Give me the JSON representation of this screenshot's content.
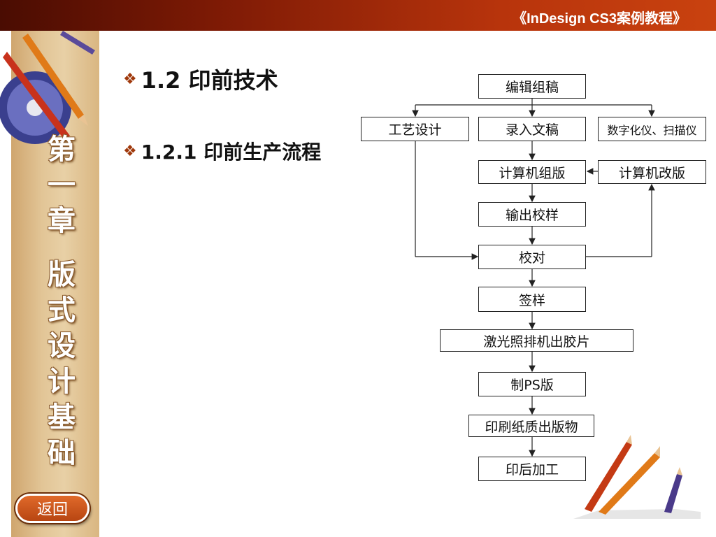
{
  "header": {
    "book_title": "《InDesign CS3案例教程》"
  },
  "sidebar": {
    "chapter_chars": [
      "第",
      "一",
      "章",
      "版",
      "式",
      "设",
      "计",
      "基",
      "础"
    ],
    "back_label": "返回"
  },
  "main": {
    "heading_1": "1.2 印前技术",
    "heading_2": "1.2.1 印前生产流程",
    "bullet_icon": "diamond-bullet-icon",
    "accent_color": "#a0390c"
  },
  "flowchart": {
    "nodes": {
      "edit": "编辑组稿",
      "craft": "工艺设计",
      "input": "录入文稿",
      "digitize": "数字化仪、扫描仪",
      "typeset": "计算机组版",
      "revise": "计算机改版",
      "proof_out": "输出校样",
      "proof": "校对",
      "sign": "签样",
      "laser": "激光照排机出胶片",
      "plate": "制PS版",
      "print": "印刷纸质出版物",
      "finish": "印后加工"
    }
  }
}
